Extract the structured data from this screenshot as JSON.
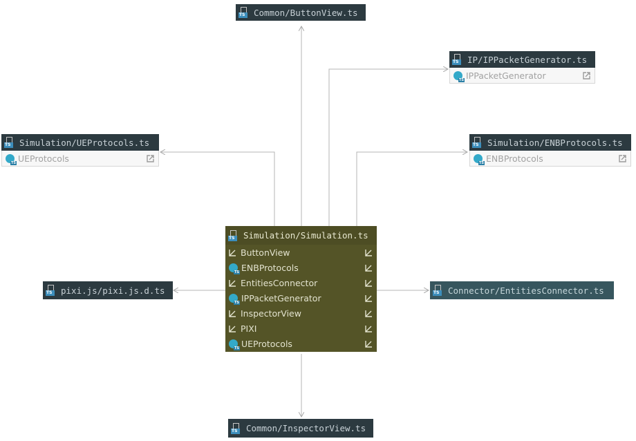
{
  "colors": {
    "file_header": "#2f3f46",
    "simulation_header": "#4d4d24",
    "simulation_body": "#545427",
    "connector_header": "#37565e",
    "edge": "#a9a9a9",
    "ts_badge": "#3c8ebc",
    "class_icon": "#33a9c9"
  },
  "icons": {
    "file": "typescript-file-icon",
    "class": "typescript-class-icon",
    "import": "import-arrow-icon",
    "navigate": "navigate-icon",
    "jump": "jump-to-source-icon"
  },
  "nodes": {
    "button_view": {
      "title": "Common/ButtonView.ts"
    },
    "ip_packet_generator": {
      "title": "IP/IPPacketGenerator.ts",
      "members": [
        {
          "label": "IPPacketGenerator",
          "kind": "class"
        }
      ]
    },
    "ue_protocols": {
      "title": "Simulation/UEProtocols.ts",
      "members": [
        {
          "label": "UEProtocols",
          "kind": "class"
        }
      ]
    },
    "enb_protocols": {
      "title": "Simulation/ENBProtocols.ts",
      "members": [
        {
          "label": "ENBProtocols",
          "kind": "class"
        }
      ]
    },
    "simulation": {
      "title": "Simulation/Simulation.ts",
      "members": [
        {
          "label": "ButtonView",
          "kind": "import"
        },
        {
          "label": "ENBProtocols",
          "kind": "class"
        },
        {
          "label": "EntitiesConnector",
          "kind": "import"
        },
        {
          "label": "IPPacketGenerator",
          "kind": "class"
        },
        {
          "label": "InspectorView",
          "kind": "import"
        },
        {
          "label": "PIXI",
          "kind": "import"
        },
        {
          "label": "UEProtocols",
          "kind": "class"
        }
      ]
    },
    "pixi": {
      "title": "pixi.js/pixi.js.d.ts"
    },
    "entities_connector": {
      "title": "Connector/EntitiesConnector.ts"
    },
    "inspector_view": {
      "title": "Common/InspectorView.ts"
    }
  }
}
